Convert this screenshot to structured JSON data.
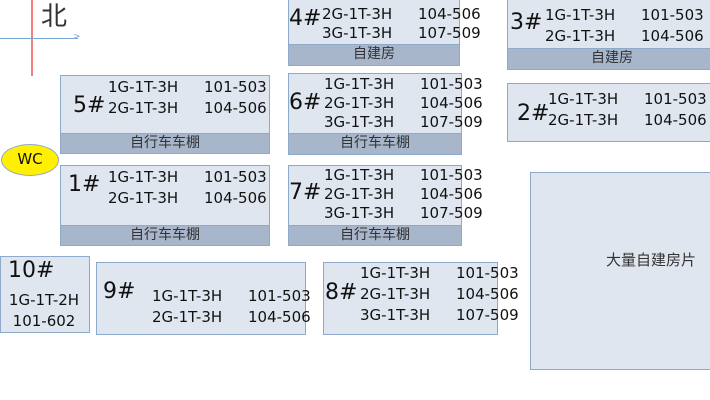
{
  "north_label": "北",
  "wc": {
    "label": "WC",
    "color": "#ffef00"
  },
  "big_area": {
    "label": "大量自建房片"
  },
  "buildings": {
    "b4": {
      "num": "4#",
      "lines": [
        [
          "1G-1T-3H",
          "101-503"
        ],
        [
          "2G-1T-3H",
          "104-506"
        ],
        [
          "3G-1T-3H",
          "107-509"
        ]
      ],
      "bar": "自建房"
    },
    "b3": {
      "num": "3#",
      "lines": [
        [
          "1G-1T-3H",
          "101-503"
        ],
        [
          "2G-1T-3H",
          "104-506"
        ]
      ],
      "bar": "自建房"
    },
    "b5": {
      "num": "5#",
      "lines": [
        [
          "1G-1T-3H",
          "101-503"
        ],
        [
          "2G-1T-3H",
          "104-506"
        ]
      ],
      "bar": "自行车车棚"
    },
    "b6": {
      "num": "6#",
      "lines": [
        [
          "1G-1T-3H",
          "101-503"
        ],
        [
          "2G-1T-3H",
          "104-506"
        ],
        [
          "3G-1T-3H",
          "107-509"
        ]
      ],
      "bar": "自行车车棚"
    },
    "b2": {
      "num": "2#",
      "lines": [
        [
          "1G-1T-3H",
          "101-503"
        ],
        [
          "2G-1T-3H",
          "104-506"
        ]
      ]
    },
    "b1": {
      "num": "1#",
      "lines": [
        [
          "1G-1T-3H",
          "101-503"
        ],
        [
          "2G-1T-3H",
          "104-506"
        ]
      ],
      "bar": "自行车车棚"
    },
    "b7": {
      "num": "7#",
      "lines": [
        [
          "1G-1T-3H",
          "101-503"
        ],
        [
          "2G-1T-3H",
          "104-506"
        ],
        [
          "3G-1T-3H",
          "107-509"
        ]
      ],
      "bar": "自行车车棚"
    },
    "b10": {
      "num": "10#",
      "lines": [
        [
          "1G-1T-2H"
        ],
        [
          "101-602"
        ]
      ]
    },
    "b9": {
      "num": "9#",
      "lines": [
        [
          "1G-1T-3H",
          "101-503"
        ],
        [
          "2G-1T-3H",
          "104-506"
        ]
      ]
    },
    "b8": {
      "num": "8#",
      "lines": [
        [
          "1G-1T-3H",
          "101-503"
        ],
        [
          "2G-1T-3H",
          "104-506"
        ],
        [
          "3G-1T-3H",
          "107-509"
        ]
      ]
    }
  }
}
